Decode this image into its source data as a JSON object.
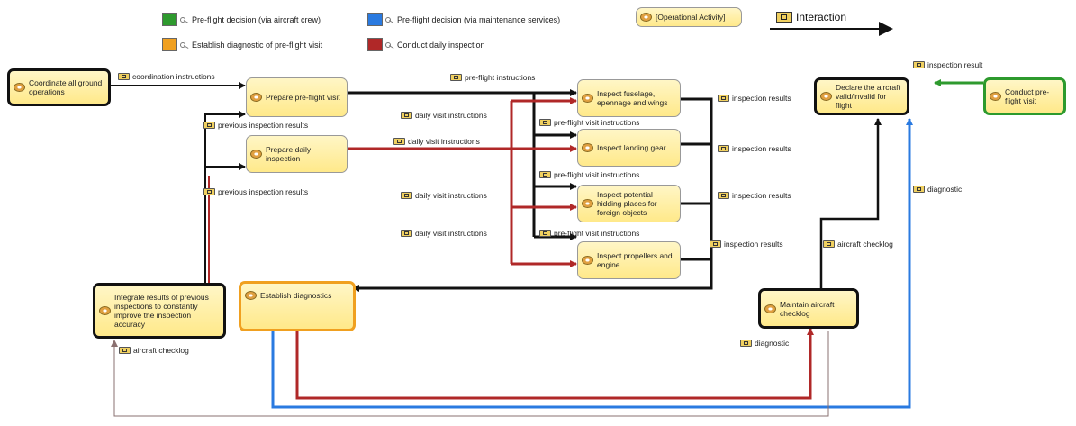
{
  "legend": {
    "items": [
      {
        "label": "Pre-flight decision (via aircraft crew)",
        "color": "#2e9a2e"
      },
      {
        "label": "Pre-flight decision (via maintenance services)",
        "color": "#2a7ae0"
      },
      {
        "label": "Establish diagnostic of pre-flight visit",
        "color": "#f0a020"
      },
      {
        "label": "Conduct daily inspection",
        "color": "#b02828"
      }
    ],
    "operational_activity": "[Operational Activity]",
    "interaction": "Interaction"
  },
  "activities": {
    "coordinate": "Coordinate all ground operations",
    "prepare_preflight": "Prepare pre-flight visit",
    "prepare_daily": "Prepare daily inspection",
    "inspect_fuselage": "Inspect fuselage, epennage and wings",
    "inspect_landing": "Inspect landing gear",
    "inspect_potential": "Inspect potential hidding places for foreign objects",
    "inspect_propellers": "Inspect propellers and engine",
    "declare": "Declare the aircraft valid/invalid for flight",
    "conduct_preflight": "Conduct pre-flight visit",
    "integrate": "Integrate results of previous inspections to constantly improve the inspection accuracy",
    "establish": "Establish diagnostics",
    "maintain": "Maintain aircraft checklog"
  },
  "flows": {
    "coordination_instructions": "coordination instructions",
    "preflight_instructions_top": "pre-flight instructions",
    "previous_results_1": "previous inspection results",
    "previous_results_2": "previous inspection results",
    "daily_visit_1": "daily visit instructions",
    "daily_visit_2": "daily visit instructions",
    "daily_visit_3": "daily visit instructions",
    "daily_visit_4": "daily visit instructions",
    "preflight_visit_1": "pre-flight visit instructions",
    "preflight_visit_2": "pre-flight visit instructions",
    "preflight_visit_3": "pre-flight visit instructions",
    "inspection_results_1": "inspection results",
    "inspection_results_2": "inspection results",
    "inspection_results_3": "inspection results",
    "inspection_results_4": "inspection results",
    "inspection_result_top": "inspection result",
    "diagnostic_right": "diagnostic",
    "aircraft_checklog_right": "aircraft checklog",
    "diagnostic_bottom": "diagnostic",
    "aircraft_checklog_bottom": "aircraft checklog"
  },
  "colors": {
    "black": "#111111",
    "red": "#b02828",
    "blue": "#2a7ae0",
    "green": "#2e9a2e",
    "orange": "#f0a020",
    "gray": "#8a7070"
  }
}
